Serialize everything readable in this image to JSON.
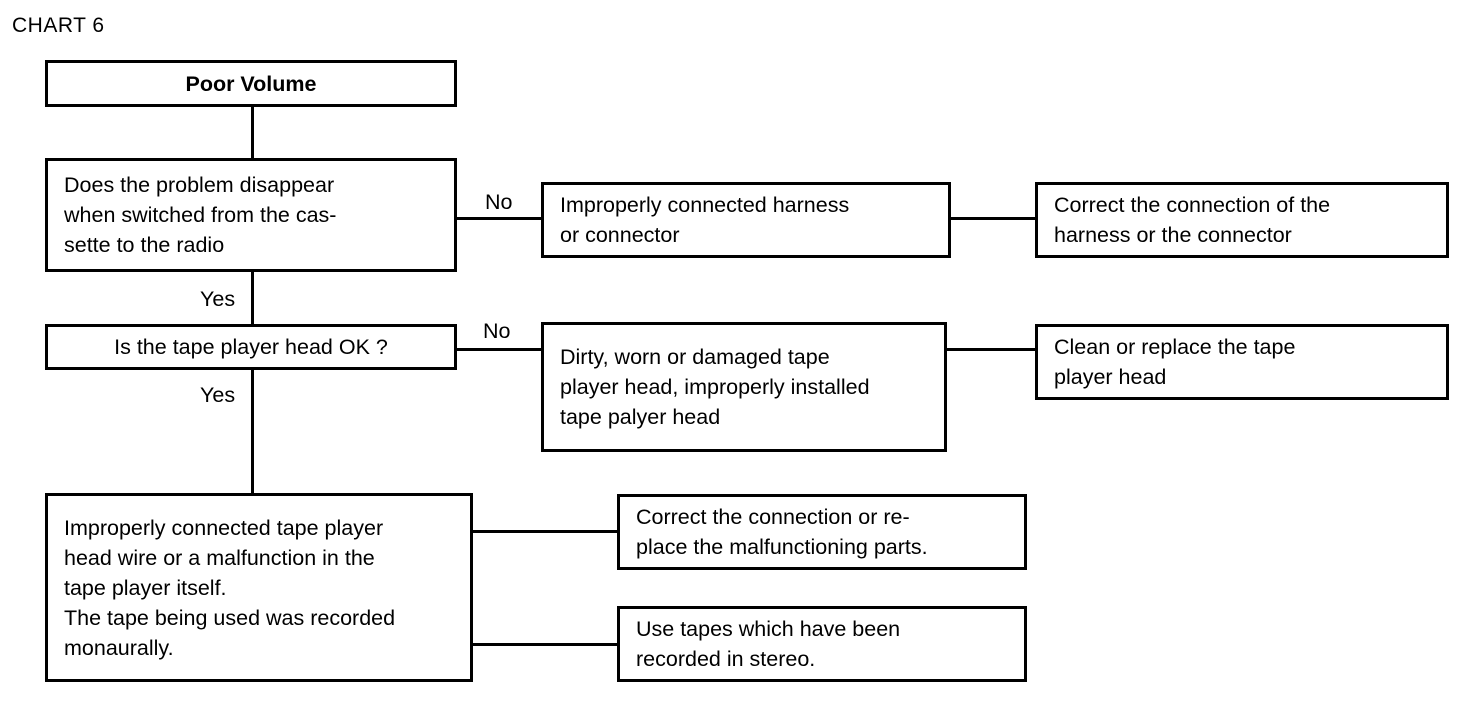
{
  "chart": {
    "title": "CHART 6",
    "type": "flowchart",
    "subject": "Poor Volume troubleshooting"
  },
  "nodes": {
    "start": {
      "id": "start",
      "label": "Poor Volume",
      "role": "start"
    },
    "q1": {
      "id": "q1",
      "label": "Does the problem disappear\nwhen switched from the cas-\nsette to the radio",
      "role": "decision"
    },
    "cause1": {
      "id": "cause1",
      "label": "Improperly connected harness\nor connector",
      "role": "cause"
    },
    "action1": {
      "id": "action1",
      "label": "Correct the connection of the\nharness or the connector",
      "role": "action"
    },
    "q2": {
      "id": "q2",
      "label": "Is the tape player head OK ?",
      "role": "decision"
    },
    "cause2": {
      "id": "cause2",
      "label": "Dirty, worn or damaged tape\nplayer head, improperly installed\ntape palyer head",
      "role": "cause"
    },
    "action2": {
      "id": "action2",
      "label": "Clean or replace the tape\nplayer head",
      "role": "action"
    },
    "cause3": {
      "id": "cause3",
      "label": "Improperly connected tape player\nhead wire or a malfunction in the\ntape player itself.\nThe tape being used was recorded\nmonaurally.",
      "role": "cause"
    },
    "action3": {
      "id": "action3",
      "label": "Correct the connection or re-\nplace the malfunctioning parts.",
      "role": "action"
    },
    "action4": {
      "id": "action4",
      "label": "Use tapes which have been\nrecorded in stereo.",
      "role": "action"
    }
  },
  "edge_labels": {
    "q1_no": "No",
    "q1_yes": "Yes",
    "q2_no": "No",
    "q2_yes": "Yes"
  },
  "colors": {
    "stroke": "#000000",
    "background": "#ffffff",
    "text": "#000000"
  }
}
